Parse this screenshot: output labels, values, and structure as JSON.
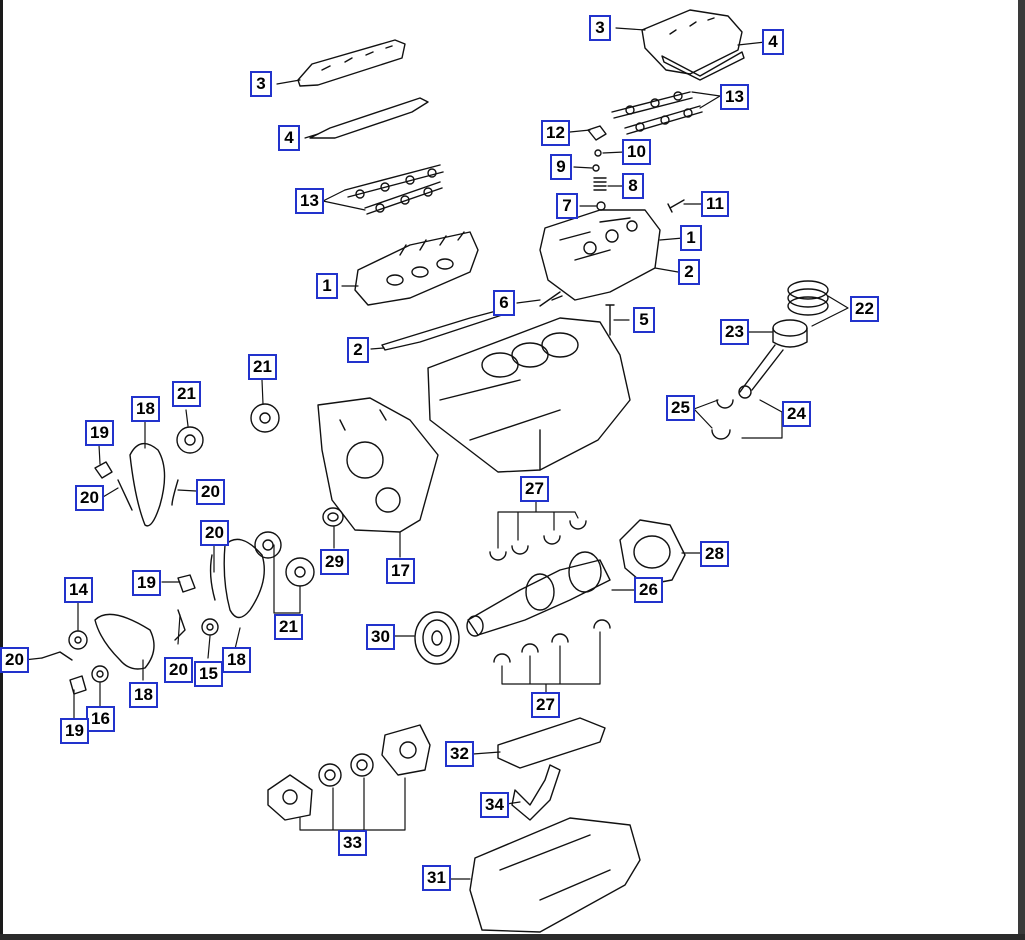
{
  "diagram": {
    "kind": "engine exploded parts diagram",
    "callout_color": "#2233cc",
    "callouts": [
      {
        "label": "3"
      },
      {
        "label": "4"
      },
      {
        "label": "3"
      },
      {
        "label": "13"
      },
      {
        "label": "4"
      },
      {
        "label": "12"
      },
      {
        "label": "10"
      },
      {
        "label": "9"
      },
      {
        "label": "8"
      },
      {
        "label": "13"
      },
      {
        "label": "7"
      },
      {
        "label": "11"
      },
      {
        "label": "1"
      },
      {
        "label": "1"
      },
      {
        "label": "2"
      },
      {
        "label": "6"
      },
      {
        "label": "5"
      },
      {
        "label": "2"
      },
      {
        "label": "22"
      },
      {
        "label": "23"
      },
      {
        "label": "21"
      },
      {
        "label": "18"
      },
      {
        "label": "21"
      },
      {
        "label": "25"
      },
      {
        "label": "24"
      },
      {
        "label": "19"
      },
      {
        "label": "20"
      },
      {
        "label": "20"
      },
      {
        "label": "27"
      },
      {
        "label": "20"
      },
      {
        "label": "29"
      },
      {
        "label": "17"
      },
      {
        "label": "28"
      },
      {
        "label": "19"
      },
      {
        "label": "14"
      },
      {
        "label": "26"
      },
      {
        "label": "21"
      },
      {
        "label": "30"
      },
      {
        "label": "20"
      },
      {
        "label": "20"
      },
      {
        "label": "15"
      },
      {
        "label": "18"
      },
      {
        "label": "18"
      },
      {
        "label": "27"
      },
      {
        "label": "16"
      },
      {
        "label": "19"
      },
      {
        "label": "32"
      },
      {
        "label": "34"
      },
      {
        "label": "33"
      },
      {
        "label": "31"
      }
    ]
  }
}
